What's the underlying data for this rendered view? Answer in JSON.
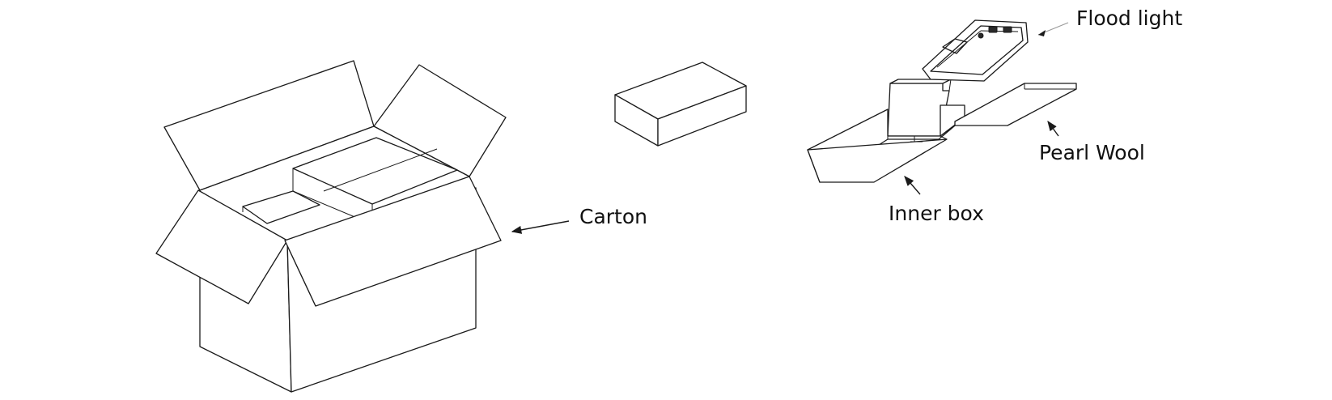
{
  "labels": {
    "carton": "Carton",
    "flood_light": "Flood light",
    "pearl_wool": "Pearl Wool",
    "inner_box": "Inner box"
  }
}
